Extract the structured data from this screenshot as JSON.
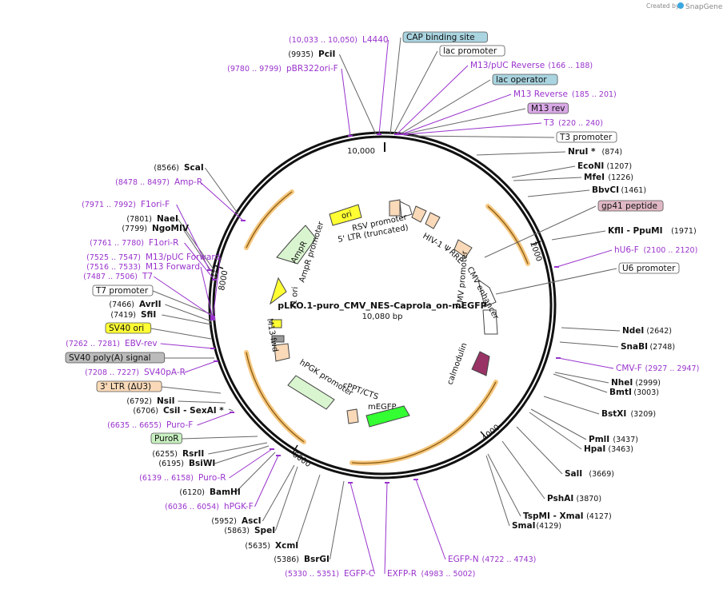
{
  "credit": {
    "prefix": "Created by",
    "brand": "SnapGene"
  },
  "plasmid": {
    "name": "pLKO.1-puro_CMV_NES-Caprola_on-mEGFP",
    "size": "10,080 bp"
  },
  "ruler": [
    "10,000",
    "2000",
    "4000",
    "6000",
    "8000"
  ],
  "colors": {
    "primer": "#9933cc",
    "orf": "#f5c77e",
    "ring": "#111111"
  },
  "labels": [
    {
      "id": "l4440",
      "text": "L4440",
      "range": "(10,033 .. 10,050)",
      "type": "primer"
    },
    {
      "id": "pcii",
      "text": "PciI",
      "range": "(9935)",
      "type": "enzyme"
    },
    {
      "id": "pbr322",
      "text": "pBR322ori-F",
      "range": "(9780 .. 9799)",
      "type": "primer"
    },
    {
      "id": "cap",
      "text": "CAP binding site",
      "type": "box",
      "fill": "#a9d4e0"
    },
    {
      "id": "lacp",
      "text": "lac promoter",
      "type": "box",
      "fill": "#ffffff"
    },
    {
      "id": "m13puc",
      "text": "M13/pUC Reverse",
      "range": "(166 .. 188)",
      "type": "primer"
    },
    {
      "id": "lacop",
      "text": "lac operator",
      "type": "box",
      "fill": "#a9d4e0"
    },
    {
      "id": "m13rev",
      "text": "M13 Reverse",
      "range": "(185 .. 201)",
      "type": "primer"
    },
    {
      "id": "m13revbox",
      "text": "M13 rev",
      "type": "box",
      "fill": "#d9a8e6"
    },
    {
      "id": "t3",
      "text": "T3",
      "range": "(220 .. 240)",
      "type": "primer"
    },
    {
      "id": "t3p",
      "text": "T3 promoter",
      "type": "box",
      "fill": "#ffffff"
    },
    {
      "id": "nrui",
      "text": "NruI *",
      "range": "(874)",
      "type": "enzyme"
    },
    {
      "id": "econi",
      "text": "EcoNI",
      "range": "(1207)",
      "type": "enzyme"
    },
    {
      "id": "mfei",
      "text": "MfeI",
      "range": "(1226)",
      "type": "enzyme"
    },
    {
      "id": "bbvci",
      "text": "BbvCI",
      "range": "(1461)",
      "type": "enzyme"
    },
    {
      "id": "gp41",
      "text": "gp41 peptide",
      "type": "box",
      "fill": "#e0b8c4"
    },
    {
      "id": "kfli",
      "text": "KflI - PpuMI",
      "range": "(1971)",
      "type": "enzyme"
    },
    {
      "id": "hu6",
      "text": "hU6-F",
      "range": "(2100 .. 2120)",
      "type": "primer"
    },
    {
      "id": "u6p",
      "text": "U6 promoter",
      "type": "box",
      "fill": "#ffffff"
    },
    {
      "id": "ndei",
      "text": "NdeI",
      "range": "(2642)",
      "type": "enzyme"
    },
    {
      "id": "snabi",
      "text": "SnaBI",
      "range": "(2748)",
      "type": "enzyme"
    },
    {
      "id": "cmvf",
      "text": "CMV-F",
      "range": "(2927 .. 2947)",
      "type": "primer"
    },
    {
      "id": "nhei",
      "text": "NheI",
      "range": "(2999)",
      "type": "enzyme"
    },
    {
      "id": "bmti",
      "text": "BmtI",
      "range": "(3003)",
      "type": "enzyme"
    },
    {
      "id": "bstxi",
      "text": "BstXI",
      "range": "(3209)",
      "type": "enzyme"
    },
    {
      "id": "pmli",
      "text": "PmlI",
      "range": "(3437)",
      "type": "enzyme"
    },
    {
      "id": "hpai",
      "text": "HpaI",
      "range": "(3463)",
      "type": "enzyme"
    },
    {
      "id": "sali",
      "text": "SalI",
      "range": "(3669)",
      "type": "enzyme"
    },
    {
      "id": "pshai",
      "text": "PshAI",
      "range": "(3870)",
      "type": "enzyme"
    },
    {
      "id": "tspmi",
      "text": "TspMI - XmaI",
      "range": "(4127)",
      "type": "enzyme"
    },
    {
      "id": "smai",
      "text": "SmaI",
      "range": "(4129)",
      "type": "enzyme"
    },
    {
      "id": "egfpn",
      "text": "EGFP-N",
      "range": "(4722 .. 4743)",
      "type": "primer"
    },
    {
      "id": "exfpr",
      "text": "EXFP-R",
      "range": "(4983 .. 5002)",
      "type": "primer"
    },
    {
      "id": "egfpc",
      "text": "EGFP-C",
      "range": "(5330 .. 5351)",
      "type": "primer"
    },
    {
      "id": "bsrgi",
      "text": "BsrGI",
      "range": "(5386)",
      "type": "enzyme"
    },
    {
      "id": "xcmi",
      "text": "XcmI",
      "range": "(5635)",
      "type": "enzyme"
    },
    {
      "id": "spei",
      "text": "SpeI",
      "range": "(5863)",
      "type": "enzyme"
    },
    {
      "id": "asci",
      "text": "AscI",
      "range": "(5952)",
      "type": "enzyme"
    },
    {
      "id": "hpgkf",
      "text": "hPGK-F",
      "range": "(6036 .. 6054)",
      "type": "primer"
    },
    {
      "id": "bamhi",
      "text": "BamHI",
      "range": "(6120)",
      "type": "enzyme"
    },
    {
      "id": "puror",
      "text": "Puro-R",
      "range": "(6139 .. 6158)",
      "type": "primer"
    },
    {
      "id": "bsiwi",
      "text": "BsiWI",
      "range": "(6195)",
      "type": "enzyme"
    },
    {
      "id": "rsrii",
      "text": "RsrII",
      "range": "(6255)",
      "type": "enzyme"
    },
    {
      "id": "purobox",
      "text": "PuroR",
      "type": "box",
      "fill": "#c8f0c0"
    },
    {
      "id": "purof",
      "text": "Puro-F",
      "range": "(6635 .. 6655)",
      "type": "primer"
    },
    {
      "id": "csii",
      "text": "CsiI - SexAI *",
      "range": "(6706)",
      "type": "enzyme"
    },
    {
      "id": "nsii",
      "text": "NsiI",
      "range": "(6792)",
      "type": "enzyme"
    },
    {
      "id": "ltr3",
      "text": "3' LTR (ΔU3)",
      "type": "box",
      "fill": "#f9d9b8"
    },
    {
      "id": "sv40pa",
      "text": "SV40pA-R",
      "range": "(7208 .. 7227)",
      "type": "primer"
    },
    {
      "id": "sv40poly",
      "text": "SV40 poly(A) signal",
      "type": "box",
      "fill": "#bbbbbb"
    },
    {
      "id": "ebvrev",
      "text": "EBV-rev",
      "range": "(7262 .. 7281)",
      "type": "primer"
    },
    {
      "id": "sv40ori",
      "text": "SV40 ori",
      "type": "box",
      "fill": "#ffff33"
    },
    {
      "id": "sfii",
      "text": "SfiI",
      "range": "(7419)",
      "type": "enzyme"
    },
    {
      "id": "avrii",
      "text": "AvrII",
      "range": "(7466)",
      "type": "enzyme"
    },
    {
      "id": "t7p",
      "text": "T7 promoter",
      "type": "box",
      "fill": "#ffffff"
    },
    {
      "id": "t7",
      "text": "T7",
      "range": "(7487 .. 7506)",
      "type": "primer"
    },
    {
      "id": "m13fwd",
      "text": "M13 Forward",
      "range": "(7516 .. 7533)",
      "type": "primer"
    },
    {
      "id": "m13pucf",
      "text": "M13/pUC Forward",
      "range": "(7525 .. 7547)",
      "type": "primer"
    },
    {
      "id": "f1orir",
      "text": "F1ori-R",
      "range": "(7761 .. 7780)",
      "type": "primer"
    },
    {
      "id": "ngomiv",
      "text": "NgoMIV",
      "range": "(7799)",
      "type": "enzyme"
    },
    {
      "id": "naei",
      "text": "NaeI",
      "range": "(7801)",
      "type": "enzyme"
    },
    {
      "id": "f1orif",
      "text": "F1ori-F",
      "range": "(7971 .. 7992)",
      "type": "primer"
    },
    {
      "id": "ampr",
      "text": "Amp-R",
      "range": "(8478 .. 8497)",
      "type": "primer"
    },
    {
      "id": "scai",
      "text": "ScaI",
      "range": "(8566)",
      "type": "enzyme"
    }
  ],
  "inner_features": [
    "ori",
    "RSV promoter",
    "5' LTR (truncated)",
    "HIV-1 Ψ",
    "RRE",
    "AmpR",
    "AmpR promoter",
    "f1 ori",
    "M13 fwd",
    "CMV enhancer",
    "CMV promoter",
    "calmodulin",
    "hPGK promoter",
    "cPPT/CTS",
    "mEGFP"
  ]
}
